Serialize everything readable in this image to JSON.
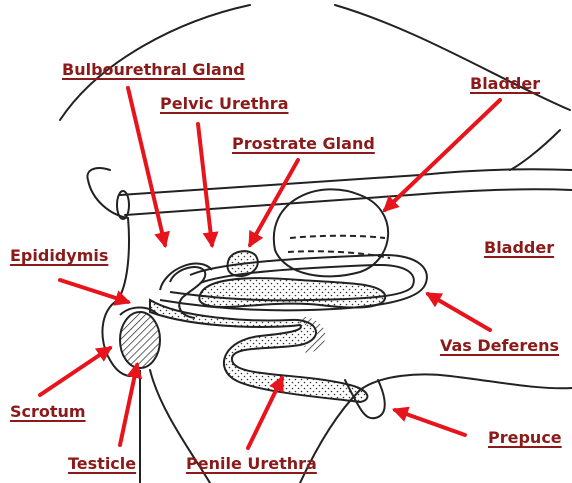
{
  "labels": {
    "bulbourethral_gland": "Bulbourethral Gland",
    "pelvic_urethra": "Pelvic Urethra",
    "prostrate_gland": "Prostrate Gland",
    "bladder_top": "Bladder",
    "bladder_right": "Bladder",
    "epididymis": "Epididymis",
    "vas_deferens": "Vas Deferens",
    "scrotum": "Scrotum",
    "prepuce": "Prepuce",
    "testicle": "Testicle",
    "penile_urethra": "Penile Urethra"
  },
  "colors": {
    "label_text": "#8b1a1a",
    "arrow": "#e8141c",
    "outline": "#222222"
  }
}
